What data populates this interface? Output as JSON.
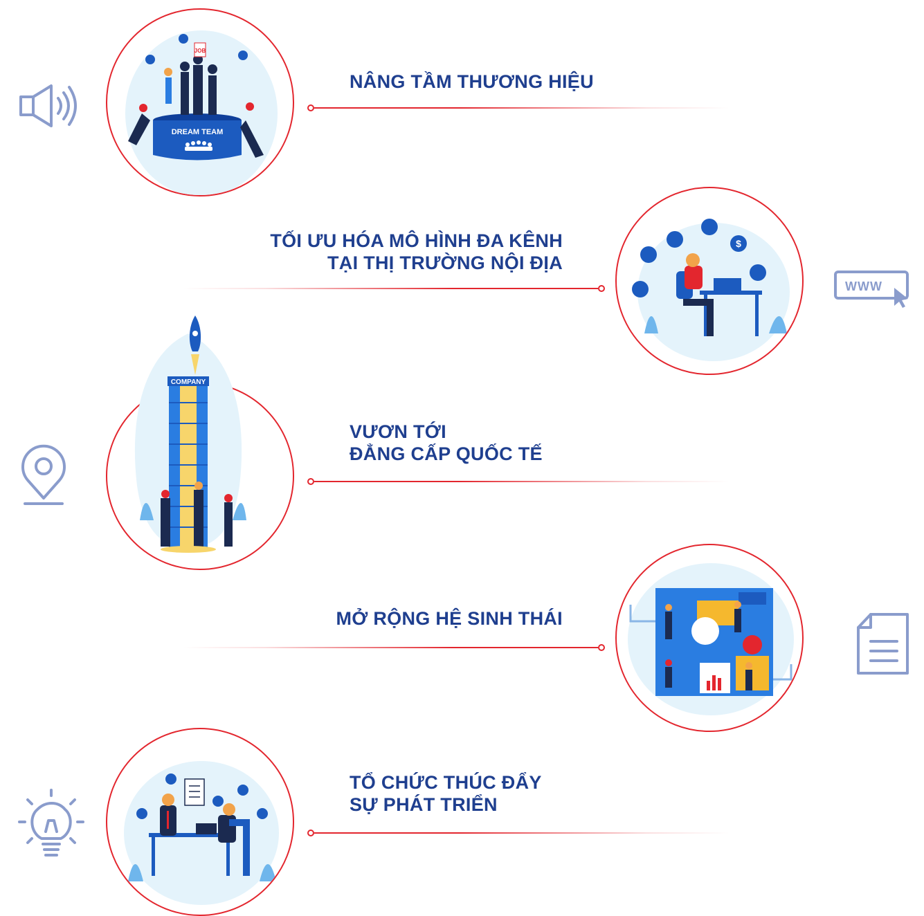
{
  "sections": [
    {
      "id": "brand",
      "lines": [
        "NÂNG TẦM THƯƠNG HIỆU"
      ],
      "icon": "megaphone-icon",
      "illustration": {
        "labels": [
          "JOB",
          "DREAM TEAM"
        ]
      }
    },
    {
      "id": "omnichannel",
      "lines": [
        "TỐI ƯU HÓA MÔ HÌNH ĐA KÊNH",
        "TẠI THỊ TRƯỜNG NỘI ĐỊA"
      ],
      "icon": "www-icon",
      "illustration": {
        "labels": [
          "WWW"
        ]
      }
    },
    {
      "id": "international",
      "lines": [
        "VƯƠN TỚI",
        "ĐẲNG CẤP QUỐC TẾ"
      ],
      "icon": "location-pin-icon",
      "illustration": {
        "labels": [
          "COMPANY"
        ]
      }
    },
    {
      "id": "ecosystem",
      "lines": [
        "MỞ RỘNG HỆ SINH THÁI"
      ],
      "icon": "document-icon",
      "illustration": {
        "labels": []
      }
    },
    {
      "id": "growth",
      "lines": [
        "TỔ CHỨC THÚC ĐẨY",
        "SỰ PHÁT TRIỂN"
      ],
      "icon": "lightbulb-icon",
      "illustration": {
        "labels": []
      }
    }
  ],
  "colors": {
    "heading": "#1f3f8f",
    "accent": "#e3262e",
    "icon": "#8a9ccc",
    "bluePrimary": "#1c5bbf",
    "blueLight": "#e4f3fb"
  }
}
